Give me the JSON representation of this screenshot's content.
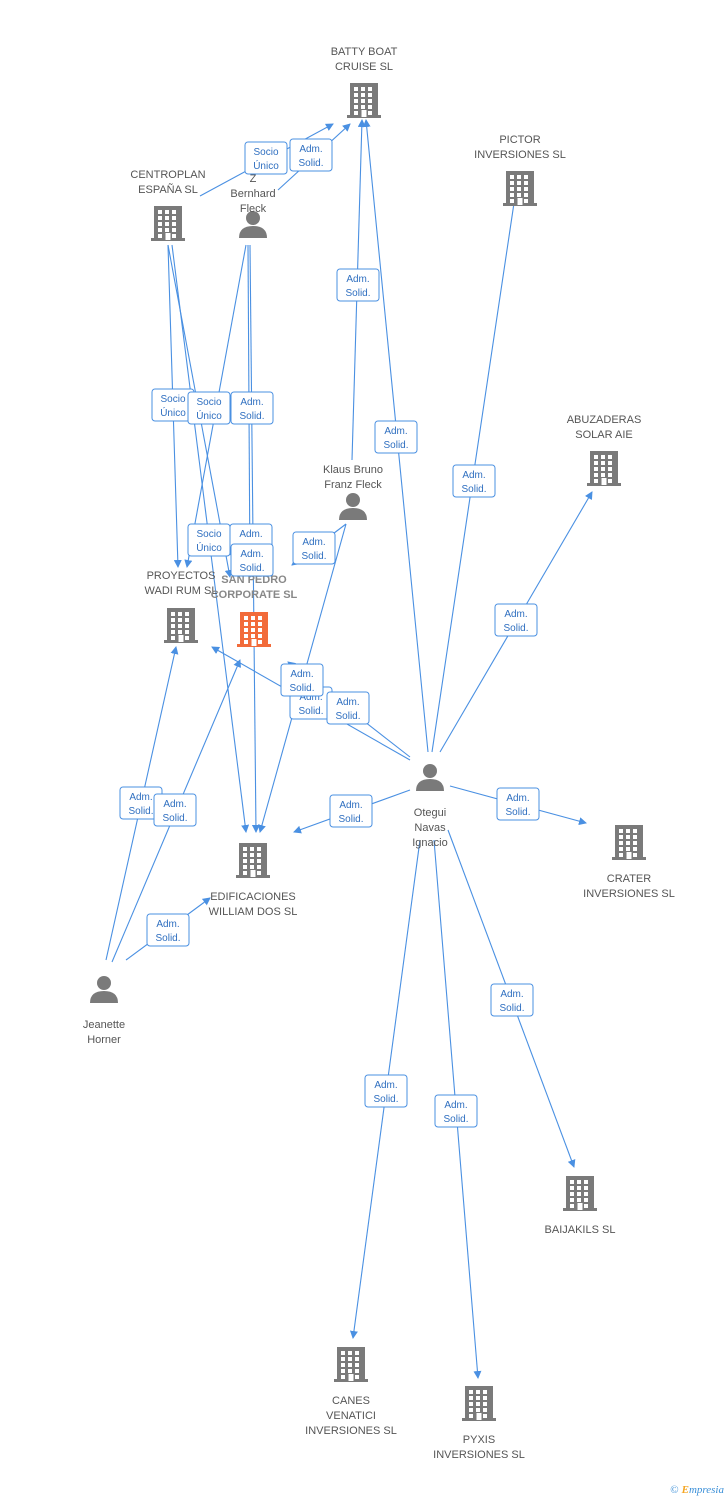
{
  "nodes": [
    {
      "id": "batty",
      "type": "company",
      "label": [
        "BATTY BOAT",
        "CRUISE SL"
      ]
    },
    {
      "id": "pictor",
      "type": "company",
      "label": [
        "PICTOR",
        "INVERSIONES SL"
      ]
    },
    {
      "id": "centroplan",
      "type": "company",
      "label": [
        "CENTROPLAN",
        "ESPAÑA SL"
      ]
    },
    {
      "id": "zbf",
      "type": "person",
      "label": [
        "Z",
        "Bernhard",
        "Fleck"
      ]
    },
    {
      "id": "abuzaderas",
      "type": "company",
      "label": [
        "ABUZADERAS",
        "SOLAR AIE"
      ]
    },
    {
      "id": "klaus",
      "type": "person",
      "label": [
        "Klaus Bruno",
        "Franz Fleck"
      ]
    },
    {
      "id": "proyectos",
      "type": "company",
      "label": [
        "PROYECTOS",
        "WADI RUM SL"
      ]
    },
    {
      "id": "sanpedro",
      "type": "company",
      "main": true,
      "label": [
        "SAN PEDRO",
        "CORPORATE SL"
      ]
    },
    {
      "id": "otegui",
      "type": "person",
      "label": [
        "Otegui",
        "Navas",
        "Ignacio"
      ]
    },
    {
      "id": "crater",
      "type": "company",
      "label": [
        "CRATER",
        "INVERSIONES SL"
      ]
    },
    {
      "id": "edificaciones",
      "type": "company",
      "label": [
        "EDIFICACIONES",
        "WILLIAM DOS SL"
      ]
    },
    {
      "id": "jeanette",
      "type": "person",
      "label": [
        "Jeanette",
        "Horner"
      ]
    },
    {
      "id": "baijakils",
      "type": "company",
      "label": [
        "BAIJAKILS SL"
      ]
    },
    {
      "id": "canes",
      "type": "company",
      "label": [
        "CANES",
        "VENATICI",
        "INVERSIONES SL"
      ]
    },
    {
      "id": "pyxis",
      "type": "company",
      "label": [
        "PYXIS",
        "INVERSIONES SL"
      ]
    }
  ],
  "edges": [
    {
      "from": "centroplan",
      "to": "batty",
      "label": [
        "Socio",
        "Único"
      ]
    },
    {
      "from": "zbf",
      "to": "batty",
      "label": [
        "Adm.",
        "Solid."
      ]
    },
    {
      "from": "klaus",
      "to": "batty",
      "label": [
        "Adm.",
        "Solid."
      ]
    },
    {
      "from": "otegui",
      "to": "batty",
      "label": [
        "Adm.",
        "Solid."
      ]
    },
    {
      "from": "otegui",
      "to": "pictor",
      "label": [
        "Adm.",
        "Solid."
      ]
    },
    {
      "from": "otegui",
      "to": "abuzaderas",
      "label": [
        "Adm.",
        "Solid."
      ]
    },
    {
      "from": "centroplan",
      "to": "proyectos",
      "label": [
        "Socio",
        "Único"
      ]
    },
    {
      "from": "centroplan",
      "to": "sanpedro",
      "label": [
        "Socio",
        "Único"
      ]
    },
    {
      "from": "zbf",
      "to": "edificaciones",
      "label": [
        "Adm.",
        "Solid."
      ]
    },
    {
      "from": "centroplan",
      "to": "edificaciones",
      "label": [
        "Socio",
        "Único"
      ]
    },
    {
      "from": "zbf",
      "to": "sanpedro",
      "label": [
        "Adm.",
        "Solid."
      ]
    },
    {
      "from": "zbf",
      "to": "proyectos",
      "label": [
        "Adm.",
        "Solid."
      ]
    },
    {
      "from": "klaus",
      "to": "sanpedro",
      "label": [
        "Adm.",
        "Solid."
      ]
    },
    {
      "from": "klaus",
      "to": "edificaciones",
      "label": [
        "Adm.",
        "Solid."
      ]
    },
    {
      "from": "otegui",
      "to": "sanpedro",
      "label": [
        "Adm.",
        "Solid."
      ]
    },
    {
      "from": "otegui",
      "to": "proyectos",
      "label": [
        "Adm.",
        "Solid."
      ]
    },
    {
      "from": "otegui",
      "to": "edificaciones",
      "label": [
        "Adm.",
        "Solid."
      ]
    },
    {
      "from": "otegui",
      "to": "crater",
      "label": [
        "Adm.",
        "Solid."
      ]
    },
    {
      "from": "jeanette",
      "to": "proyectos",
      "label": [
        "Adm.",
        "Solid."
      ]
    },
    {
      "from": "jeanette",
      "to": "sanpedro",
      "label": [
        "Adm.",
        "Solid."
      ]
    },
    {
      "from": "jeanette",
      "to": "edificaciones",
      "label": [
        "Adm.",
        "Solid."
      ]
    },
    {
      "from": "otegui",
      "to": "baijakils",
      "label": [
        "Adm.",
        "Solid."
      ]
    },
    {
      "from": "otegui",
      "to": "canes",
      "label": [
        "Adm.",
        "Solid."
      ]
    },
    {
      "from": "otegui",
      "to": "pyxis",
      "label": [
        "Adm.",
        "Solid."
      ]
    }
  ],
  "footer": {
    "copyright": "©",
    "brand_first": "E",
    "brand_rest": "mpresia"
  },
  "colors": {
    "edge": "#4a90e2",
    "node": "#7a7a7a",
    "main_node": "#f26b3a"
  }
}
